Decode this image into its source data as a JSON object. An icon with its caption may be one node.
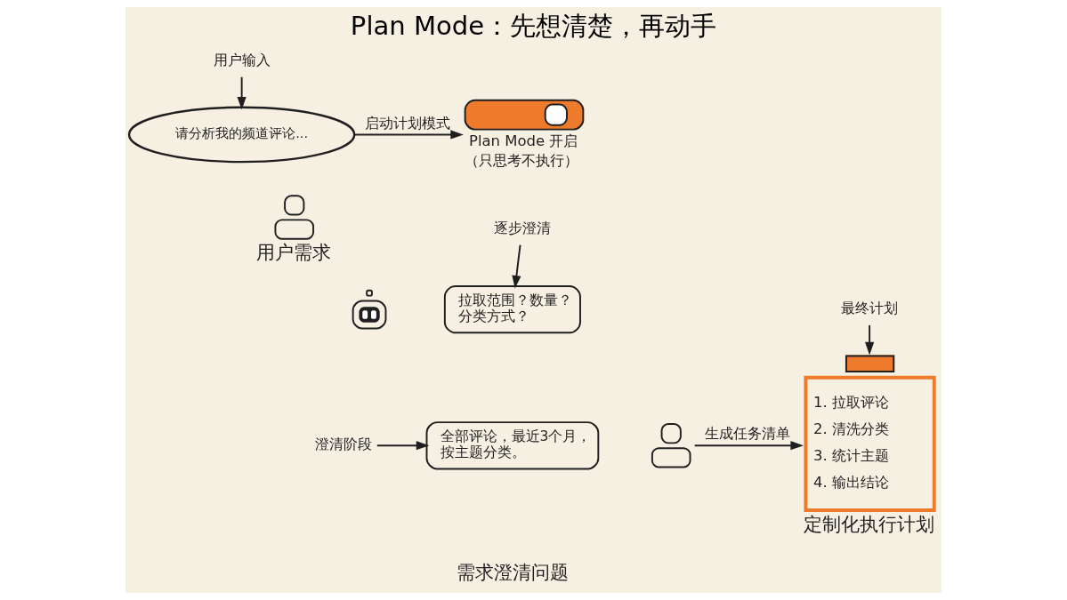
{
  "diagram": {
    "title": "Plan Mode：先想清楚，再动手",
    "nodes": [
      {
        "text": [
          "用户输入"
        ]
      },
      {
        "text": [
          "请分析我的频道评论..."
        ]
      },
      {
        "text": [],
        "shape": "person",
        "beside": [
          "用户需求"
        ]
      },
      {
        "text": [],
        "shape": "toggle",
        "beside": [
          "Plan Mode 开启",
          "（只思考不执行）"
        ]
      },
      {
        "text": [
          "逐步澄清"
        ]
      },
      {
        "text": [],
        "shape": "robot"
      },
      {
        "text": [
          "拉取范围？数量？分类方式？"
        ]
      },
      {
        "text": [
          "澄清阶段"
        ]
      },
      {
        "text": [
          "全部评论，最近3个月，按主题分类。"
        ]
      },
      {
        "text": [],
        "shape": "person"
      },
      {
        "text": [
          "最终计划"
        ]
      },
      {
        "text": [
          "1. 拉取评论",
          "2. 清洗分类",
          "3. 统计主题",
          "4. 输出结论"
        ],
        "beside": [
          "定制化执行计划"
        ]
      }
    ],
    "edges": [
      {
        "from": 0,
        "to": 1,
        "arrow": "to"
      },
      {
        "from": 1,
        "to": 3,
        "arrow": "to",
        "label": "启动计划模式"
      },
      {
        "from": 4,
        "to": 6,
        "arrow": "to"
      },
      {
        "from": 7,
        "to": 8,
        "arrow": "to"
      },
      {
        "from": 9,
        "to": 11,
        "arrow": "to",
        "label": "生成任务清单"
      },
      {
        "from": 10,
        "to": 11,
        "arrow": "to"
      }
    ],
    "labels": [
      "需求澄清问题"
    ]
  }
}
